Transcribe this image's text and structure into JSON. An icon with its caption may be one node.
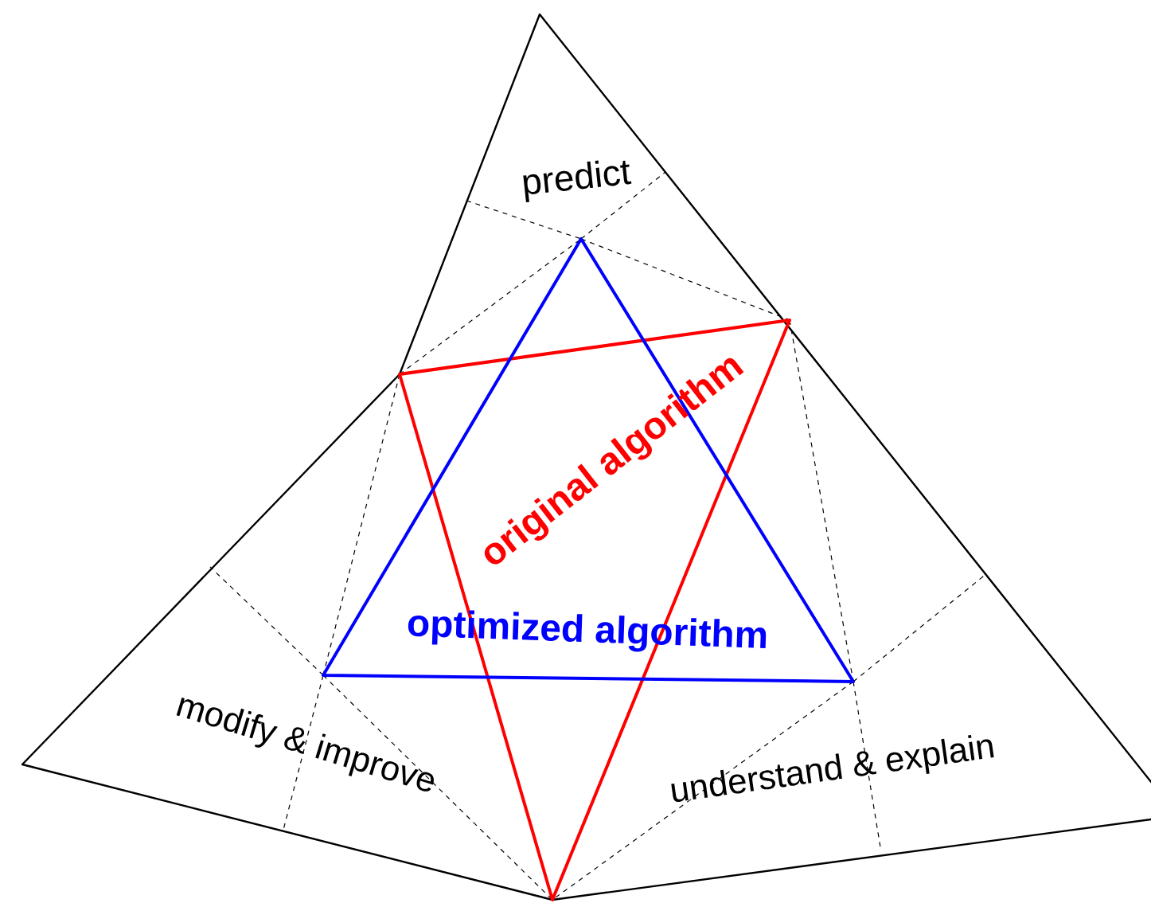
{
  "diagram": {
    "labels": [
      "predict",
      "original algorithm",
      "optimized algorithm",
      "modify & improve",
      "understand & explain"
    ]
  }
}
